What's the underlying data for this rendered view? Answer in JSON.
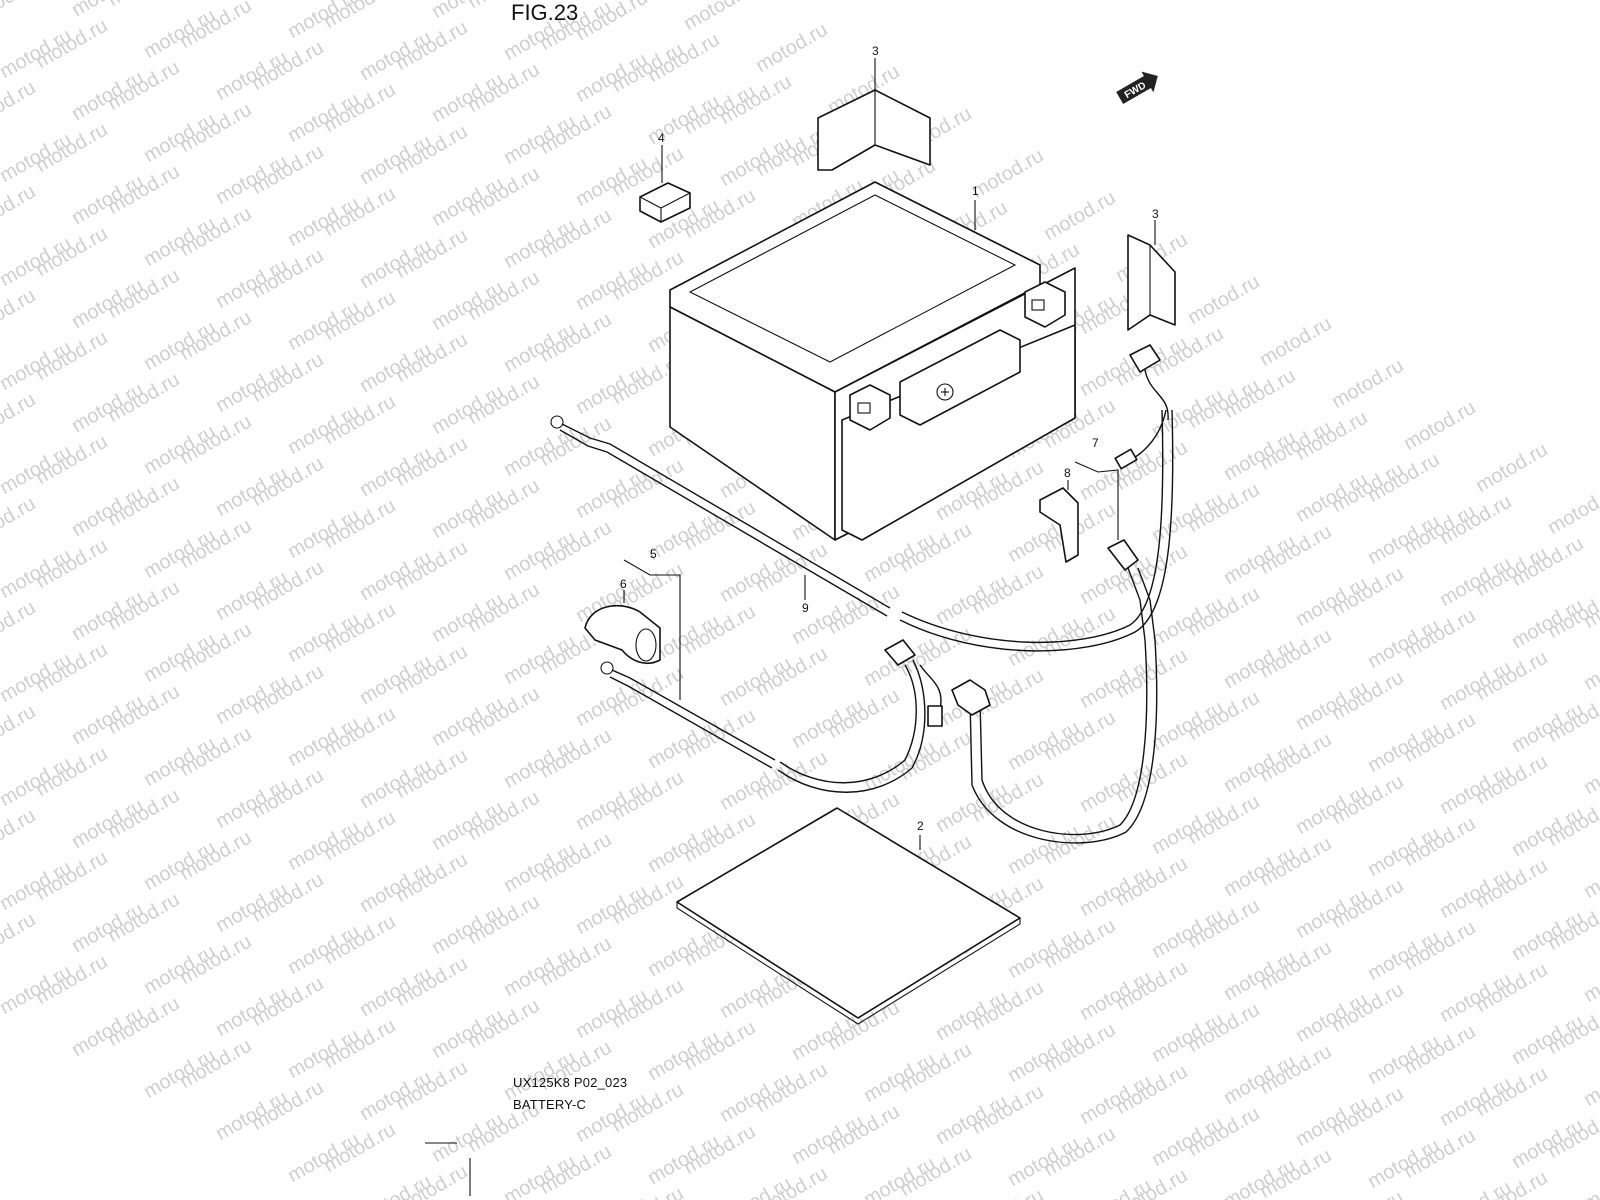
{
  "figure": {
    "title": "FIG.23"
  },
  "footer": {
    "model_code": "UX125K8 P02_023",
    "section_name": "BATTERY-C"
  },
  "watermark": {
    "text": "motod.ru",
    "color": "#cfcfcf"
  },
  "direction_badge": {
    "text": "FWD"
  },
  "callouts": [
    {
      "id": "1",
      "label": "1",
      "part": "battery"
    },
    {
      "id": "2",
      "label": "2",
      "part": "battery-pad"
    },
    {
      "id": "3a",
      "label": "3",
      "part": "terminal-cover-top"
    },
    {
      "id": "3b",
      "label": "3",
      "part": "terminal-cover-right"
    },
    {
      "id": "4",
      "label": "4",
      "part": "small-block"
    },
    {
      "id": "5",
      "label": "5",
      "part": "cable-group"
    },
    {
      "id": "6",
      "label": "6",
      "part": "rubber-boot"
    },
    {
      "id": "7",
      "label": "7",
      "part": "cable-group-right"
    },
    {
      "id": "8",
      "label": "8",
      "part": "terminal-cap"
    },
    {
      "id": "9",
      "label": "9",
      "part": "long-cable"
    }
  ]
}
